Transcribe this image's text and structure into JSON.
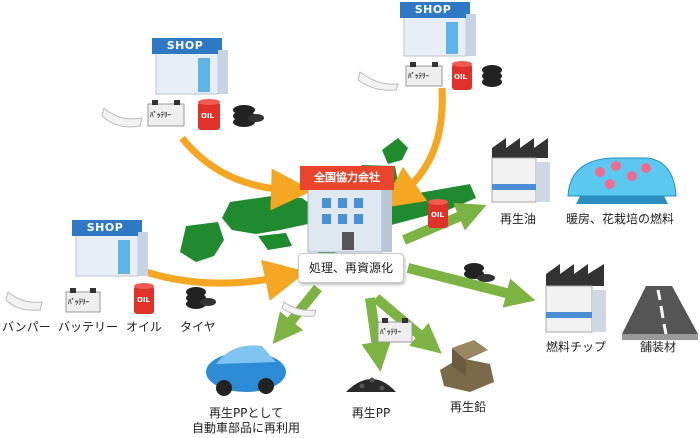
{
  "colors": {
    "japan_map": "#1f8a2e",
    "supply_arrow": "#f5a623",
    "output_arrow": "#7cb342",
    "shop_roof": "#2f78c4",
    "hq_roof": "#e8452c",
    "oil_drum": "#e0322a"
  },
  "shops": {
    "sign_label": "SHOP"
  },
  "headquarters": {
    "sign_label": "全国協力会社"
  },
  "process_label": "処理、再資源化",
  "waste_items": {
    "bumper": "バンパー",
    "battery": "バッテリー",
    "oil": "オイル",
    "tire": "タイヤ"
  },
  "item_marks": {
    "battery_text": "ﾊﾞｯﾃﾘｰ",
    "oil_text": "OIL"
  },
  "outputs": {
    "recycled_oil": "再生油",
    "heating_fuel": "暖房、花栽培の燃料",
    "fuel_chip": "燃料チップ",
    "paving": "舗装材",
    "recycled_pp_line1": "再生PPとして",
    "recycled_pp_line2": "自動車部品に再利用",
    "recycled_pp": "再生PP",
    "recycled_lead": "再生鉛"
  },
  "icons": [
    "shop-icon",
    "headquarters-building-icon",
    "japan-map-icon",
    "bumper-icon",
    "battery-icon",
    "oil-drum-icon",
    "tire-icon",
    "factory-icon",
    "greenhouse-icon",
    "road-icon",
    "car-icon",
    "pellets-icon",
    "lead-ingot-icon"
  ]
}
